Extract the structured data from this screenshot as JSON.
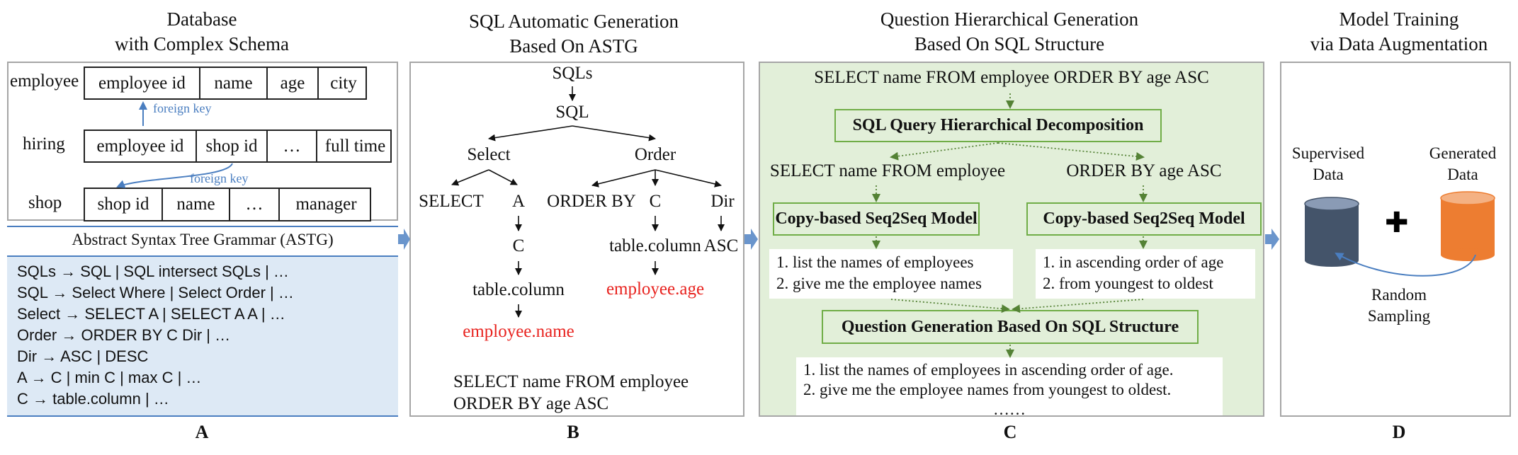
{
  "panels": {
    "a": {
      "title_line1": "Database",
      "title_line2": "with Complex Schema",
      "letter": "A"
    },
    "b": {
      "title_line1": "SQL Automatic Generation",
      "title_line2": "Based On ASTG",
      "letter": "B"
    },
    "c": {
      "title_line1": "Question Hierarchical Generation",
      "title_line2": "Based On SQL Structure",
      "letter": "C"
    },
    "d": {
      "title_line1": "Model Training",
      "title_line2": "via Data Augmentation",
      "letter": "D"
    }
  },
  "schema": {
    "employee": {
      "label": "employee",
      "cells": [
        "employee id",
        "name",
        "age",
        "city"
      ]
    },
    "hiring": {
      "label": "hiring",
      "cells": [
        "employee id",
        "shop id",
        "…",
        "full time"
      ]
    },
    "shop": {
      "label": "shop",
      "cells": [
        "shop id",
        "name",
        "…",
        "manager"
      ]
    },
    "foreign_key_1": "foreign key",
    "foreign_key_2": "foreign key"
  },
  "astg": {
    "heading": "Abstract Syntax Tree Grammar (ASTG)",
    "rules": [
      "SQLs → SQL | SQL intersect SQLs | …",
      "SQL → Select Where | Select Order | …",
      "Select → SELECT A | SELECT A A | …",
      "Order → ORDER BY C Dir | …",
      "Dir → ASC | DESC",
      "A → C | min C | max C  | …",
      "C → table.column | …"
    ]
  },
  "tree": {
    "sqls": "SQLs",
    "sql": "SQL",
    "select": "Select",
    "order": "Order",
    "select_kw": "SELECT",
    "a": "A",
    "order_by": "ORDER BY",
    "c_right": "C",
    "dir": "Dir",
    "c_left": "C",
    "table_column_left": "table.column",
    "employee_name": "employee.name",
    "table_column_right": "table.column",
    "asc": "ASC",
    "employee_age": "employee.age",
    "query_line1": "SELECT name FROM employee",
    "query_line2": "ORDER BY age ASC"
  },
  "hier": {
    "query": "SELECT name FROM employee ORDER BY age ASC",
    "decomp": "SQL Query Hierarchical Decomposition",
    "left_clause": "SELECT name FROM employee",
    "right_clause": "ORDER BY age ASC",
    "model_left": "Copy-based Seq2Seq Model",
    "model_right": "Copy-based Seq2Seq Model",
    "left_q1": "1. list the names of employees",
    "left_q2": "2. give me the employee names",
    "right_q1": "1. in ascending order of age",
    "right_q2": "2. from youngest to oldest",
    "qgen": "Question Generation Based On SQL Structure",
    "final_q1": "1. list the names of employees in ascending order of age.",
    "final_q2": "2. give me the employee names from youngest to oldest.",
    "final_more": "……"
  },
  "training": {
    "supervised_line1": "Supervised",
    "supervised_line2": "Data",
    "generated_line1": "Generated",
    "generated_line2": "Data",
    "plus": "✚",
    "sampling_line1": "Random",
    "sampling_line2": "Sampling"
  },
  "colors": {
    "panel_border": "#a6a6a6",
    "green_fill": "#e2efd9",
    "green_border": "#70ad47",
    "blue_arrow": "#4a7ec0",
    "astg_fill": "#dde9f5",
    "highlight_red": "#e8231f",
    "supervised_cylinder": "#44546a",
    "generated_cylinder": "#ed7d31"
  }
}
